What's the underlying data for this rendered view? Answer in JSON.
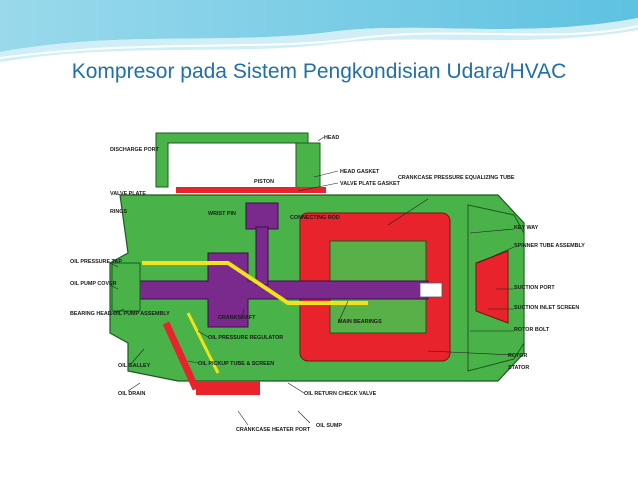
{
  "slide": {
    "title": "Kompresor pada Sistem Pengkondisian Udara/HVAC"
  },
  "colors": {
    "housing": "#49b34a",
    "oil": "#f2e21a",
    "crank": "#7a2a8c",
    "motor": "#e8232b",
    "stator_inner": "#5ab048",
    "leader": "#222222",
    "title": "#1f6fa8",
    "banner": "#7fd0e8"
  },
  "diagram": {
    "labels": [
      {
        "key": "head",
        "text": "HEAD"
      },
      {
        "key": "discharge_port",
        "text": "DISCHARGE PORT"
      },
      {
        "key": "head_gasket",
        "text": "HEAD GASKET"
      },
      {
        "key": "valve_plate_gasket",
        "text": "VALVE PLATE GASKET"
      },
      {
        "key": "crankcase_tube",
        "text": "CRANKCASE PRESSURE EQUALIZING TUBE"
      },
      {
        "key": "piston",
        "text": "PISTON"
      },
      {
        "key": "valve_plate",
        "text": "VALVE PLATE"
      },
      {
        "key": "rings",
        "text": "RINGS"
      },
      {
        "key": "wrist_pin",
        "text": "WRIST PIN"
      },
      {
        "key": "connecting_rod",
        "text": "CONNECTING ROD"
      },
      {
        "key": "key_way",
        "text": "KEY WAY"
      },
      {
        "key": "spinner_tube",
        "text": "SPINNER TUBE ASSEMBLY"
      },
      {
        "key": "oil_pressure_tap",
        "text": "OIL PRESSURE TAP"
      },
      {
        "key": "oil_pump_cover",
        "text": "OIL PUMP COVER"
      },
      {
        "key": "bearing_head",
        "text": "BEARING HEAD OIL PUMP ASSEMBLY"
      },
      {
        "key": "crankshaft",
        "text": "CRANKSHAFT"
      },
      {
        "key": "main_bearings",
        "text": "MAIN BEARINGS"
      },
      {
        "key": "suction_port",
        "text": "SUCTION PORT"
      },
      {
        "key": "suction_inlet",
        "text": "SUCTION INLET SCREEN"
      },
      {
        "key": "rotor_bolt",
        "text": "ROTOR BOLT"
      },
      {
        "key": "oil_pressure_regulator",
        "text": "OIL PRESSURE REGULATOR"
      },
      {
        "key": "oil_pickup",
        "text": "OIL PICKUP TUBE & SCREEN"
      },
      {
        "key": "oil_gallery",
        "text": "OIL GALLEY"
      },
      {
        "key": "rotor",
        "text": "ROTOR"
      },
      {
        "key": "stator",
        "text": "STATOR"
      },
      {
        "key": "oil_drain",
        "text": "OIL DRAIN"
      },
      {
        "key": "oil_return",
        "text": "OIL RETURN CHECK VALVE"
      },
      {
        "key": "crankcase_heater",
        "text": "CRANKCASE HEATER PORT"
      },
      {
        "key": "oil_sump",
        "text": "OIL SUMP"
      }
    ]
  }
}
